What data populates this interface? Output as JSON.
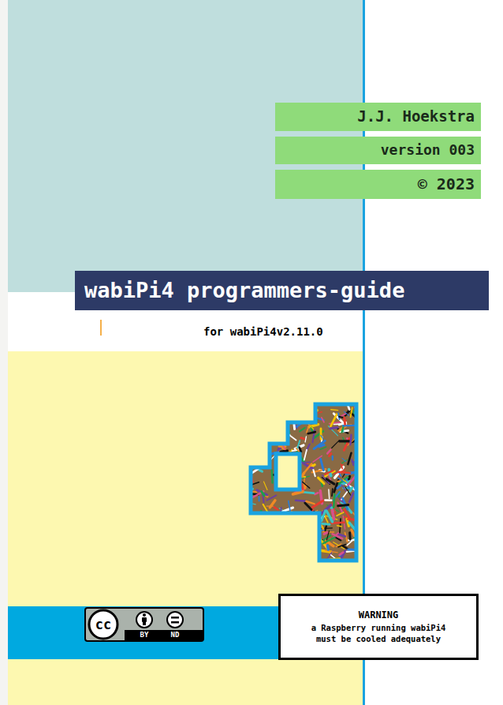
{
  "diagram": {
    "nodes": [
      {
        "text": [
          "J.J. Hoekstra"
        ]
      },
      {
        "text": [
          "version 003"
        ]
      },
      {
        "text": [
          "© 2023"
        ]
      },
      {
        "text": [
          "wabiPi4 programmers-guide"
        ]
      },
      {
        "text": [
          "WARNING",
          "a Raspberry running wabiPi4 must be cooled adequately"
        ]
      }
    ],
    "labels": [
      "for wabiPi4v2.11.0",
      "cc",
      "BY",
      "ND"
    ]
  }
}
